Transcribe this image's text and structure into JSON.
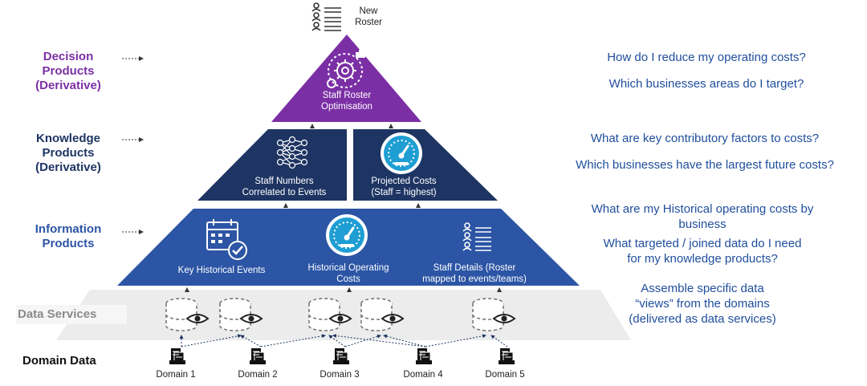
{
  "top": {
    "new_roster": [
      "New",
      "Roster"
    ]
  },
  "levels": {
    "decision": {
      "label": [
        "Decision",
        "Products",
        "(Derivative)"
      ],
      "color": "#7b2fa5"
    },
    "knowledge": {
      "label": [
        "Knowledge",
        "Products",
        "(Derivative)"
      ],
      "color": "#1e3563"
    },
    "information": {
      "label": [
        "Information",
        "Products"
      ],
      "color": "#2c55a5"
    },
    "services": {
      "label": "Data  Services",
      "color": "#8a8a8a"
    },
    "domain": {
      "label": "Domain Data",
      "color": "#111111"
    }
  },
  "products": {
    "staff_roster": [
      "Staff Roster",
      "Optimisation"
    ],
    "staff_numbers": [
      "Staff Numbers",
      "Correlated to Events"
    ],
    "projected_costs": [
      "Projected Costs",
      "(Staff = highest)"
    ],
    "key_events": "Key Historical Events",
    "hist_costs": [
      "Historical Operating",
      "Costs"
    ],
    "staff_details": [
      "Staff Details (Roster",
      "mapped to events/teams)"
    ]
  },
  "domains": [
    "Domain 1",
    "Domain 2",
    "Domain 3",
    "Domain 4",
    "Domain 5"
  ],
  "questions": {
    "q1": "How do I reduce my operating costs?",
    "q2": "Which businesses areas do I target?",
    "q3": "What are key contributory factors  to costs?",
    "q4": "Which businesses have the largest future costs?",
    "q5": [
      "What are my Historical operating costs by",
      "business"
    ],
    "q6": [
      "What targeted / joined data do I need",
      "for my knowledge products?"
    ],
    "q7": [
      "Assemble specific data",
      "“views” from the domains",
      "(delivered as data services)"
    ]
  },
  "icons": [
    "roster-list-icon",
    "gear-optimisation-icon",
    "neural-network-icon",
    "gauge-icon",
    "calendar-check-icon",
    "staff-list-icon",
    "database-eye-icon",
    "server-icon"
  ]
}
